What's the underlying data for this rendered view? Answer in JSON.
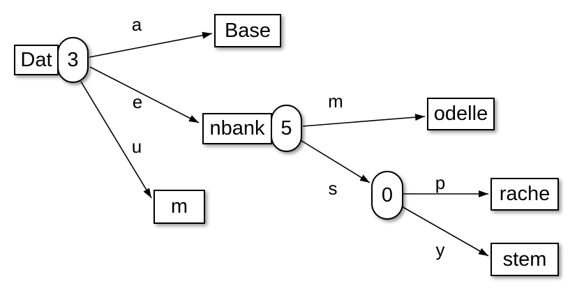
{
  "colors": {
    "background": "#ffffff",
    "node_fill": "#ffffff",
    "stroke": "#000000",
    "text": "#000000"
  },
  "nodes": {
    "dat": {
      "label": "Dat",
      "shape": "rect"
    },
    "dat_count": {
      "label": "3",
      "shape": "oval"
    },
    "base": {
      "label": "Base",
      "shape": "rect"
    },
    "nbank": {
      "label": "nbank",
      "shape": "rect"
    },
    "nbank_count": {
      "label": "5",
      "shape": "oval"
    },
    "m": {
      "label": "m",
      "shape": "rect"
    },
    "odelle": {
      "label": "odelle",
      "shape": "rect"
    },
    "zero": {
      "label": "0",
      "shape": "oval"
    },
    "rache": {
      "label": "rache",
      "shape": "rect"
    },
    "stem": {
      "label": "stem",
      "shape": "rect"
    }
  },
  "edges": {
    "a": {
      "label": "a",
      "from": "dat_count",
      "to": "base"
    },
    "e": {
      "label": "e",
      "from": "dat_count",
      "to": "nbank"
    },
    "u": {
      "label": "u",
      "from": "dat_count",
      "to": "m"
    },
    "m": {
      "label": "m",
      "from": "nbank_count",
      "to": "odelle"
    },
    "s": {
      "label": "s",
      "from": "nbank_count",
      "to": "zero"
    },
    "p": {
      "label": "p",
      "from": "zero",
      "to": "rache"
    },
    "y": {
      "label": "y",
      "from": "zero",
      "to": "stem"
    }
  }
}
